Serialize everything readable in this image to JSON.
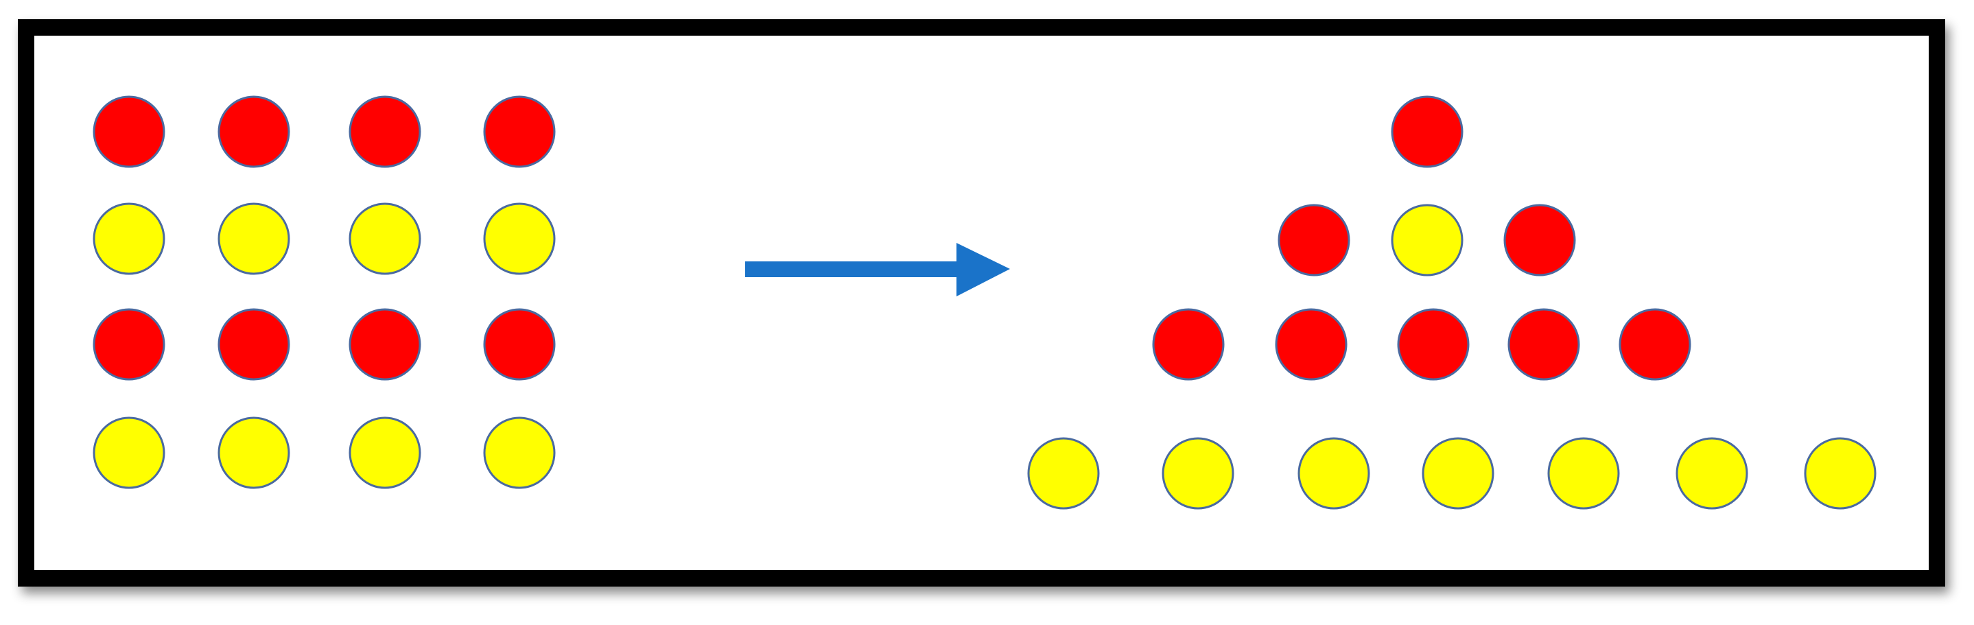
{
  "colors": {
    "background": "#ffffff",
    "frame": "#000000",
    "shadow": "#9a9a9a",
    "red": "#ff0000",
    "yellow": "#ffff00",
    "circle_stroke": "#4a6aa0",
    "arrow": "#1a73c9"
  },
  "grid": {
    "rows": [
      "red",
      "yellow",
      "red",
      "yellow"
    ],
    "columns": 4,
    "total_circles": 16
  },
  "arrow_icon": "right-arrow-icon",
  "pyramid": {
    "rows": [
      [
        "red"
      ],
      [
        "red",
        "yellow",
        "red"
      ],
      [
        "red",
        "red",
        "red",
        "red",
        "red"
      ],
      [
        "yellow",
        "yellow",
        "yellow",
        "yellow",
        "yellow",
        "yellow",
        "yellow"
      ]
    ],
    "total_circles": 16
  }
}
